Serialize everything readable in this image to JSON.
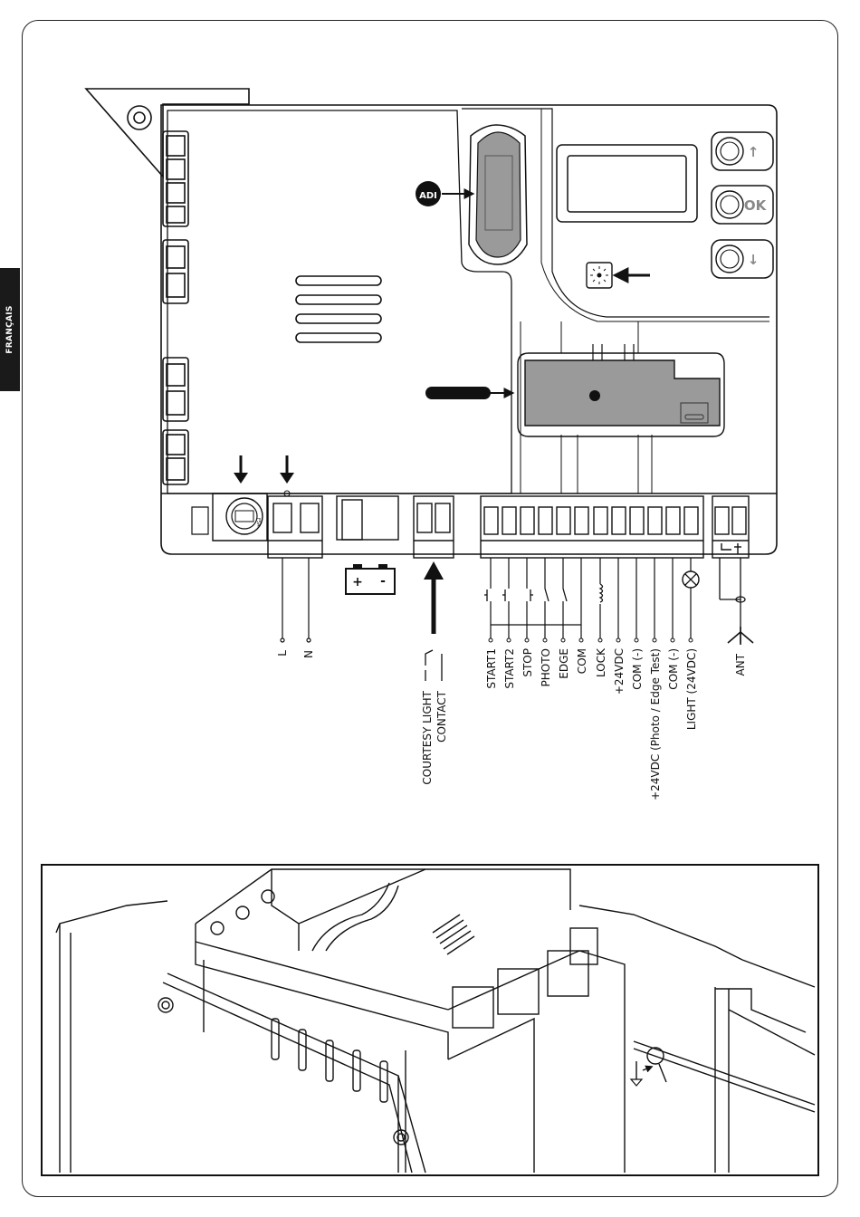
{
  "language_tab": "FRANÇAIS",
  "board": {
    "adi_badge": "ADI",
    "fuse_marking": "F5A",
    "buttons": [
      {
        "name": "up-button",
        "label": "↑"
      },
      {
        "name": "ok-button",
        "label": "OK"
      },
      {
        "name": "down-button",
        "label": "↓"
      }
    ]
  },
  "power_terminals": [
    "L",
    "N"
  ],
  "battery": {
    "plus": "+",
    "minus": "-"
  },
  "courtesy_light_label": [
    "COURTESY LIGHT",
    "CONTACT"
  ],
  "terminals": [
    "START1",
    "START2",
    "STOP",
    "PHOTO",
    "EDGE",
    "COM",
    "LOCK",
    "+24VDC",
    "COM (-)",
    "+24VDC (Photo / Edge Test)",
    "COM (-)",
    "LIGHT (24VDC)"
  ],
  "antenna_label": "ANT",
  "colors": {
    "line": "#111111",
    "module_gray": "#9a9a9a",
    "tab_bg": "#1a1a1a"
  }
}
